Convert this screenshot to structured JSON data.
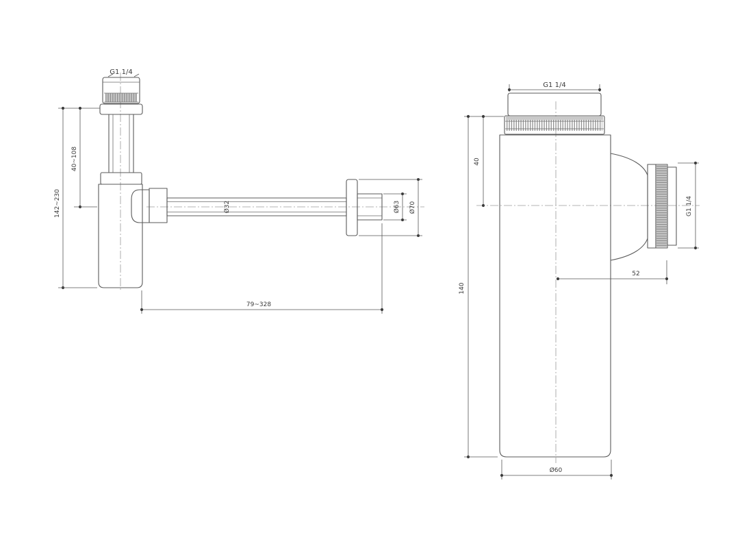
{
  "left_view": {
    "labels": {
      "inlet_thread": "G1 1/4",
      "height_adjust": "40~108",
      "height_total": "142~230",
      "tube_diameter": "Ø32",
      "wall_distance": "79~328",
      "pipe_end_diameter": "Ø63",
      "flange_diameter": "Ø70"
    }
  },
  "right_view": {
    "labels": {
      "inlet_thread": "G1 1/4",
      "top_offset": "40",
      "body_height": "140",
      "outlet_thread": "G1 1/4",
      "outlet_length": "52",
      "body_diameter": "Ø60"
    }
  },
  "colors": {
    "background": "#ffffff",
    "outline": "#5a5a5a",
    "dimension": "#555555",
    "centerline": "#9a9a9a",
    "knurl": "#8f8f8f",
    "text": "#3a3a3a"
  }
}
